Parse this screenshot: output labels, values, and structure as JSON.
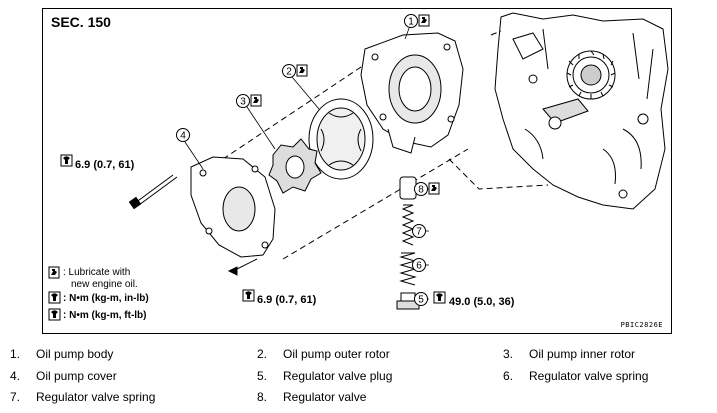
{
  "section": "SEC. 150",
  "legend": {
    "lubricate_line1": ": Lubricate with",
    "lubricate_line2": "new engine oil.",
    "unit_in_lb": ": N•m (kg-m, in-lb)",
    "unit_ft_lb": ": N•m (kg-m, ft-lb)"
  },
  "torques": {
    "cover_bolt_upper": "6.9 (0.7, 61)",
    "cover_bolt_lower": "6.9 (0.7, 61)",
    "plug": "49.0 (5.0, 36)"
  },
  "callouts": [
    "1",
    "2",
    "3",
    "4",
    "5",
    "6",
    "7",
    "8"
  ],
  "drawing_code": "PBIC2826E",
  "parts": [
    {
      "num": "1.",
      "name": "Oil pump body"
    },
    {
      "num": "2.",
      "name": "Oil pump outer rotor"
    },
    {
      "num": "3.",
      "name": "Oil pump inner rotor"
    },
    {
      "num": "4.",
      "name": "Oil pump cover"
    },
    {
      "num": "5.",
      "name": "Regulator valve plug"
    },
    {
      "num": "6.",
      "name": "Regulator valve spring"
    },
    {
      "num": "7.",
      "name": "Regulator valve spring"
    },
    {
      "num": "8.",
      "name": "Regulator valve"
    }
  ],
  "icons": [
    "oil-can-icon",
    "torque-wrench-in-lb-icon",
    "torque-wrench-ft-lb-icon"
  ]
}
